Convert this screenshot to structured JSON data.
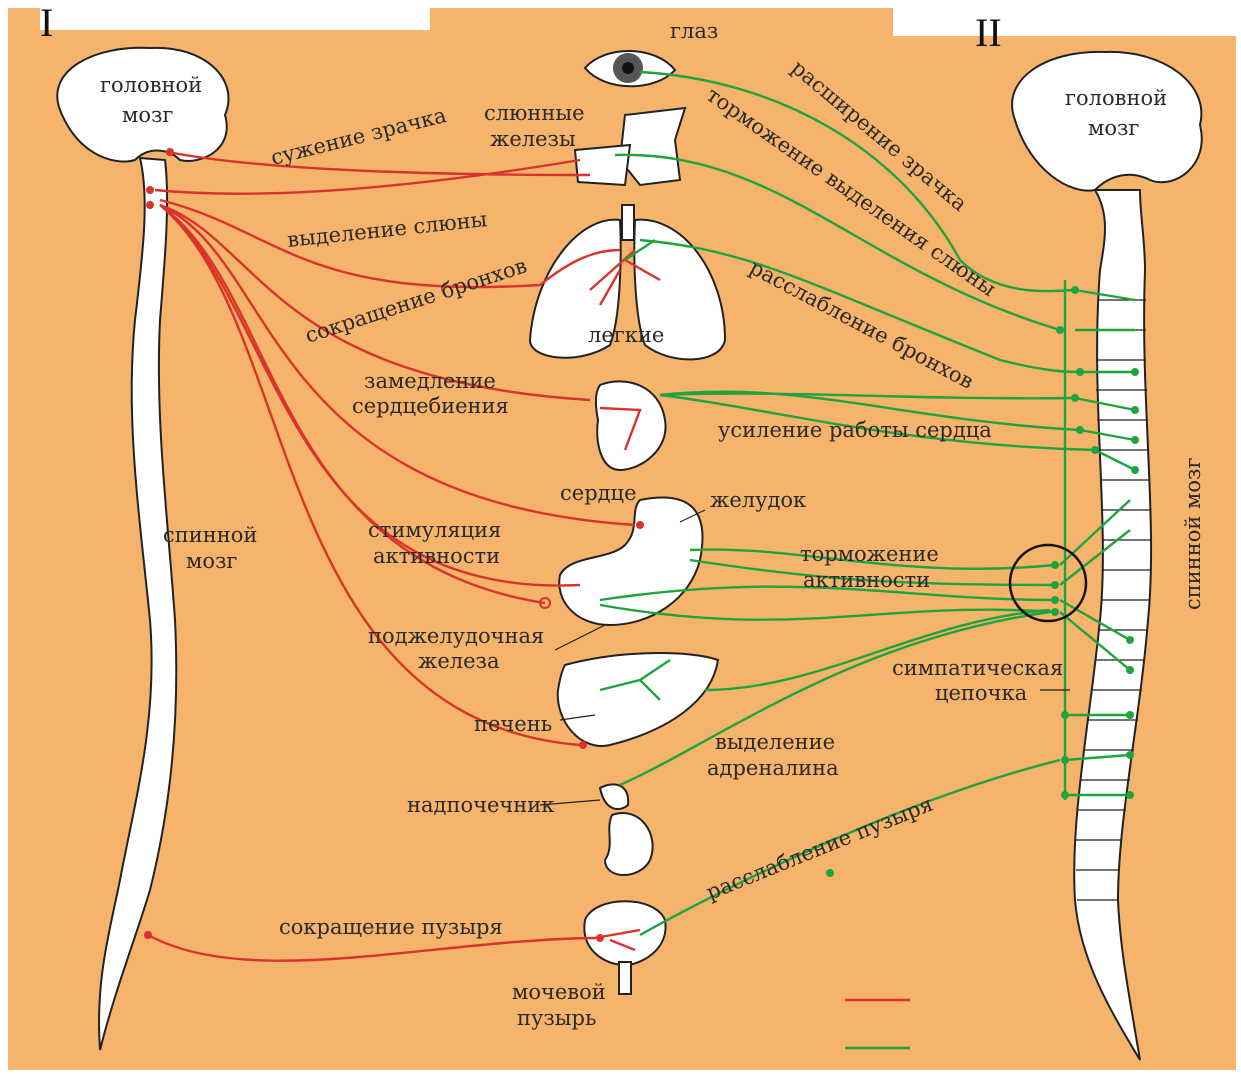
{
  "colors": {
    "background": "#f5b36b",
    "parasympathetic": "#d9342b",
    "sympathetic": "#1fa33d",
    "outline": "#222222"
  },
  "headers": {
    "left_numeral": "I",
    "right_numeral": "II"
  },
  "left_side": {
    "brain": [
      "головной",
      "мозг"
    ],
    "spinal_cord": [
      "спинной",
      "мозг"
    ]
  },
  "right_side": {
    "brain": [
      "головной",
      "мозг"
    ],
    "spinal_cord": "спинной мозг"
  },
  "organs": {
    "eye": "глаз",
    "salivary": [
      "слюнные",
      "железы"
    ],
    "lungs": "легкие",
    "heart": "сердце",
    "stomach": "желудок",
    "pancreas": [
      "поджелудочная",
      "железа"
    ],
    "liver": "печень",
    "adrenal": "надпочечник",
    "bladder": [
      "мочевой",
      "пузырь"
    ]
  },
  "parasympathetic_effects": {
    "pupil": "сужение зрачка",
    "saliva": "выделение слюны",
    "bronchi": "сокращение бронхов",
    "heart": [
      "замедление",
      "сердцебиения"
    ],
    "digestion": [
      "стимуляция",
      "активности"
    ],
    "bladder": "сокращение пузыря"
  },
  "sympathetic_effects": {
    "pupil": "расширение зрачка",
    "saliva": "торможение выделения слюны",
    "bronchi": "расслабление бронхов",
    "heart": "усиление работы сердца",
    "digestion": [
      "торможение",
      "активности"
    ],
    "chain": [
      "симпатическая",
      "цепочка"
    ],
    "adrenaline": [
      "выделение",
      "адреналина"
    ],
    "bladder": "расслабление пузыря"
  }
}
